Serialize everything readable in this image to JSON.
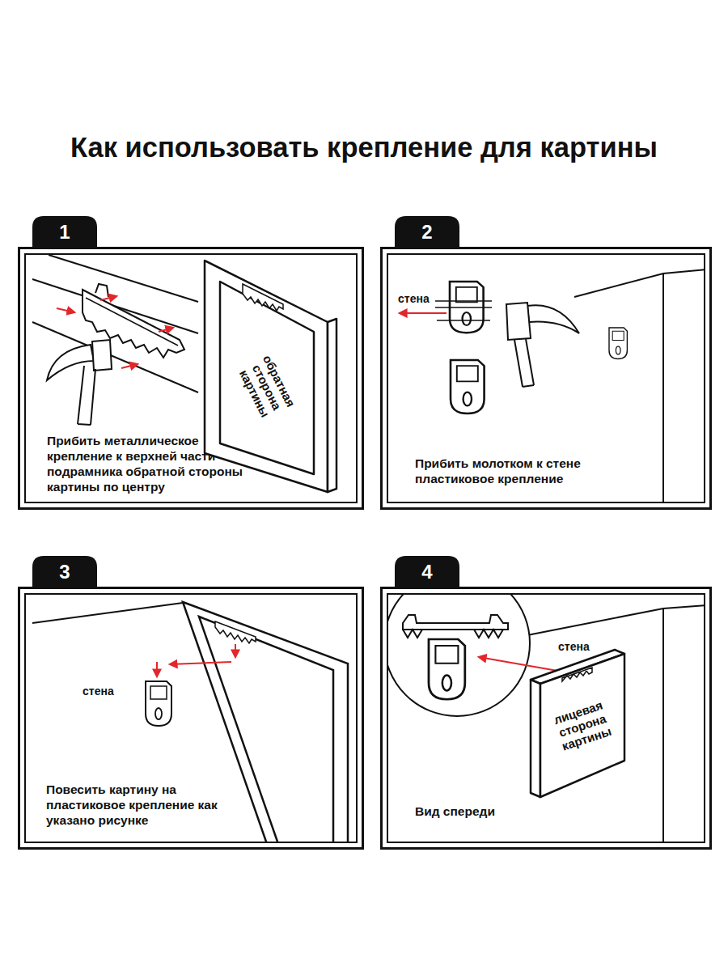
{
  "diagram": {
    "title": "Как использовать крепление для картины",
    "nodes": [
      {
        "text": [
          "1",
          "Прибить металлическое крепление к верхней части подрамника обратной стороны картины по центру"
        ]
      },
      {
        "text": [
          "обратная сторона картины"
        ],
        "in": 0
      },
      {
        "text": [
          "2",
          "Прибить молотком к стене пластиковое крепление"
        ]
      },
      {
        "text": [
          "3",
          "Повесить картину на пластиковое крепление как указано рисунке"
        ]
      },
      {
        "text": [
          "4",
          "Вид спереди"
        ]
      },
      {
        "text": [
          "лицевая сторона картины"
        ],
        "in": 4
      }
    ],
    "labels": [
      "стена",
      "стена",
      "стена"
    ]
  }
}
